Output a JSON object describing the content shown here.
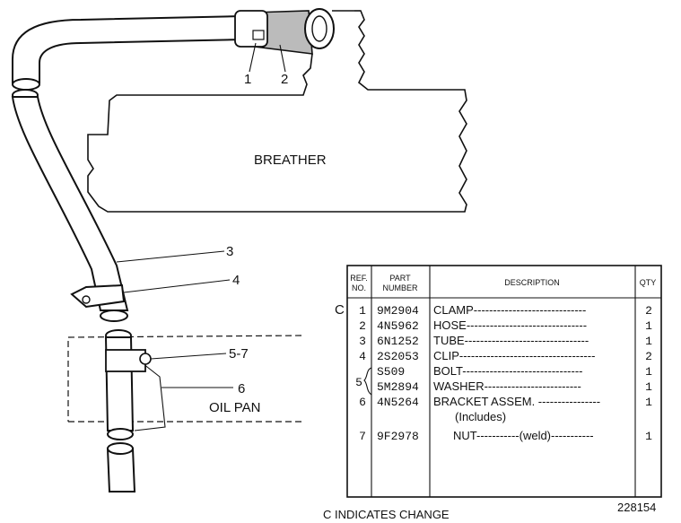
{
  "diagram": {
    "breather_label": "BREATHER",
    "oil_pan_label": "OIL PAN",
    "callouts": [
      "1",
      "2",
      "3",
      "4",
      "5-7",
      "6"
    ],
    "footer_note": "C INDICATES CHANGE",
    "drawing_number": "228154"
  },
  "parts_table": {
    "headers": {
      "ref": [
        "REF.",
        "NO."
      ],
      "part": [
        "PART",
        "NUMBER"
      ],
      "description": "DESCRIPTION",
      "qty": "QTY"
    },
    "change_marker": "C",
    "group_brace_ref": "5",
    "rows": [
      {
        "ref": "1",
        "part": "9M2904",
        "desc": "CLAMP-----------------------------",
        "qty": "2"
      },
      {
        "ref": "2",
        "part": "4N5962",
        "desc": "HOSE-------------------------------",
        "qty": "1"
      },
      {
        "ref": "3",
        "part": "6N1252",
        "desc": "TUBE--------------------------------",
        "qty": "1"
      },
      {
        "ref": "4",
        "part": "2S2053",
        "desc": "CLIP-----------------------------------",
        "qty": "2"
      },
      {
        "ref": "",
        "part": "S509",
        "desc": "BOLT-------------------------------",
        "qty": "1"
      },
      {
        "ref": "",
        "part": "5M2894",
        "desc": "WASHER-------------------------",
        "qty": "1"
      },
      {
        "ref": "6",
        "part": "4N5264",
        "desc": "BRACKET ASSEM. ----------------",
        "qty": "1"
      },
      {
        "ref": "",
        "part": "",
        "desc": "(Includes)",
        "qty": ""
      },
      {
        "ref": "7",
        "part": "9F2978",
        "desc": "NUT-----------(weld)-----------",
        "qty": "1"
      }
    ]
  }
}
